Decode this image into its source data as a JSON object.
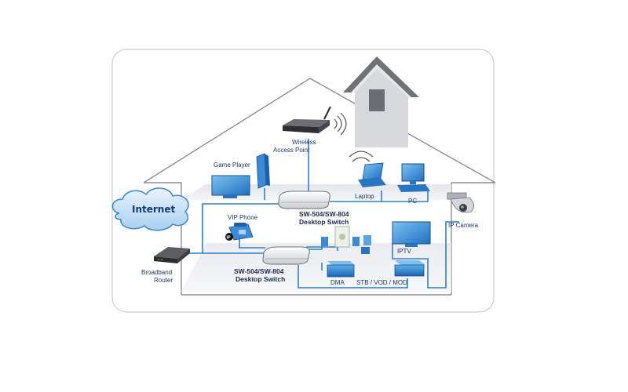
{
  "labels": {
    "internet": "Internet",
    "broadband_router": [
      "Broadband",
      "Router"
    ],
    "wireless_ap": [
      "Wireless",
      "Access Point"
    ],
    "game_player": "Game Player",
    "laptop": "Laptop",
    "pc": "PC",
    "switch_upper": [
      "SW-504/SW-804",
      "Desktop Switch"
    ],
    "switch_lower": [
      "SW-504/SW-804",
      "Desktop Switch"
    ],
    "vip_phone": "VIP Phone",
    "ip_badge": "IP",
    "ip_camera": "IP Camera",
    "iptv": "IPTV",
    "dma": "DMA",
    "stb": "STB / VOD / MOD"
  }
}
